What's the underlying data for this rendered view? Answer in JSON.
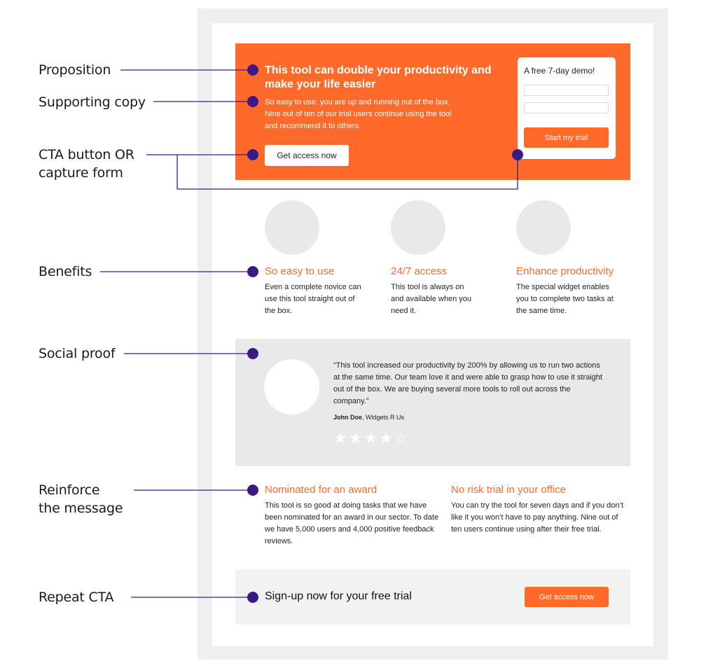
{
  "colors": {
    "accent": "#ff6a2b",
    "connector": "#3c1a86",
    "frame": "#efefef",
    "panel": "#e9e9e9"
  },
  "annotations": {
    "proposition": "Proposition",
    "supporting_copy": "Supporting copy",
    "cta": "CTA button OR\ncapture form",
    "benefits": "Benefits",
    "social_proof": "Social proof",
    "reinforce": "Reinforce\nthe message",
    "repeat_cta": "Repeat CTA"
  },
  "hero": {
    "title": "This tool can double your productivity and make your life easier",
    "copy": "So easy to use, you are up and running out of the box. Nine out of ten of our trial users continue using the tool and recommend it to others.",
    "button": "Get access now",
    "form": {
      "title": "A free 7-day demo!",
      "button": "Start my trial"
    }
  },
  "benefits": [
    {
      "title": "So easy to use",
      "text": "Even a complete novice can use this tool straight out of the box."
    },
    {
      "title": "24/7 access",
      "text": "This tool is always on and available when you need it."
    },
    {
      "title": "Enhance productivity",
      "text": "The special widget enables you to complete two tasks at the same time."
    }
  ],
  "social_proof": {
    "quote": "“This tool increased our productivity by 200% by allowing us to run two actions at the same time. Our team love it and were able to grasp how to use it straight out of the box. We are buying several more tools to roll out across the company.”",
    "author_name": "John Doe",
    "author_company": ", Widgets R Us",
    "rating": 4,
    "rating_max": 5
  },
  "reinforce": [
    {
      "title": "Nominated for an award",
      "text": "This tool is so good at doing tasks that we have been nominated for an award in our sector. To date we have 5,000 users and 4,000 positive feedback reviews."
    },
    {
      "title": "No risk trial in your office",
      "text": "You can try the tool for seven days and if you don’t like it you won’t have to pay anything. Nine out of ten users continue using after their free trial."
    }
  ],
  "repeat_cta": {
    "text": "Sign-up now for your free trial",
    "button": "Get access now"
  }
}
